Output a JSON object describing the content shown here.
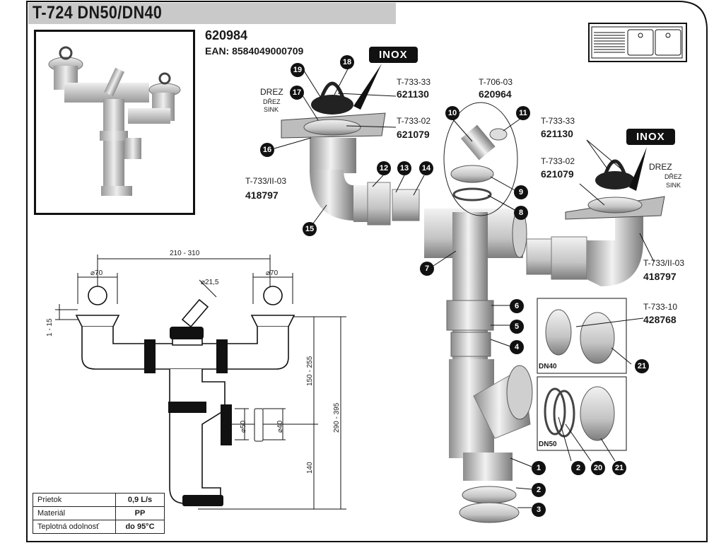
{
  "title": "T-724 DN50/DN40",
  "product_code": "620984",
  "ean": "EAN: 8584049000709",
  "sink_labels": {
    "left": [
      "DREZ",
      "DŘEZ",
      "SINK"
    ],
    "right": [
      "DREZ",
      "DŘEZ",
      "SINK"
    ]
  },
  "inox": "INOX",
  "part_refs": {
    "t733_33_left": {
      "ref": "T-733-33",
      "code": "621130"
    },
    "t733_02_left": {
      "ref": "T-733-02",
      "code": "621079"
    },
    "t733_ii_left": {
      "ref": "T-733/II-03",
      "code": "418797"
    },
    "t706": {
      "ref": "T-706-03",
      "code": "620964"
    },
    "t733_33_right": {
      "ref": "T-733-33",
      "code": "621130"
    },
    "t733_02_right": {
      "ref": "T-733-02",
      "code": "621079"
    },
    "t733_ii_right": {
      "ref": "T-733/II-03",
      "code": "418797"
    },
    "t733_10": {
      "ref": "T-733-10",
      "code": "428768"
    }
  },
  "badges": {
    "b19": "19",
    "b18": "18",
    "b17": "17",
    "b16": "16",
    "b15": "15",
    "b12": "12",
    "b13": "13",
    "b14": "14",
    "b10": "10",
    "b11": "11",
    "b9": "9",
    "b8": "8",
    "b7": "7",
    "b6": "6",
    "b5": "5",
    "b4": "4",
    "b1": "1",
    "b2": "2",
    "b3": "3",
    "b21a": "21",
    "b2b": "2",
    "b20": "20",
    "b21b": "21"
  },
  "dn_labels": {
    "dn40": "DN40",
    "dn50": "DN50"
  },
  "dimensions": {
    "width_range": "210 - 310",
    "d70_left": "⌀70",
    "d70_right": "⌀70",
    "d21": "⌀21,5",
    "h1_15": "1 - 15",
    "d50": "⌀50",
    "d40": "⌀40",
    "h150_255": "150 - 255",
    "h290_395": "290 - 395",
    "h140": "140"
  },
  "specs": [
    {
      "key": "Prietok",
      "value": "0,9 L/s"
    },
    {
      "key": "Materiál",
      "value": "PP"
    },
    {
      "key": "Teplotná odolnosť",
      "value": "do 95°C"
    }
  ],
  "colors": {
    "header_bg": "#c9c9c9",
    "pipe": "#cfcfcf",
    "ink": "#111111"
  }
}
